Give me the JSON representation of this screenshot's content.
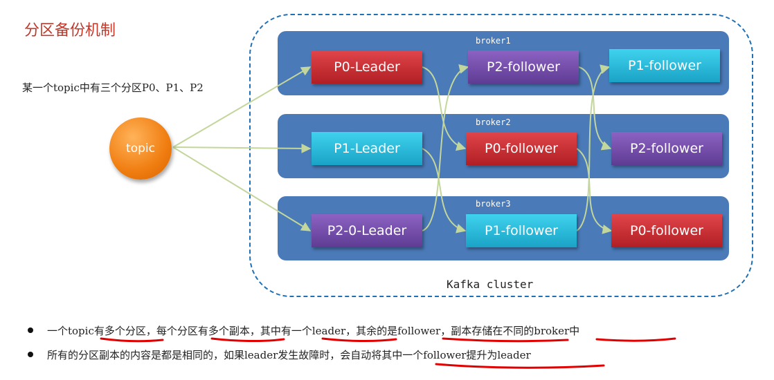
{
  "title": "分区备份机制",
  "subtitle": "某一个topic中有三个分区P0、P1、P2",
  "topic_label": "topic",
  "cluster_label": "Kafka cluster",
  "brokers": [
    {
      "label": "broker1",
      "partitions": [
        "P0-Leader",
        "P2-follower",
        "P1-follower"
      ]
    },
    {
      "label": "broker2",
      "partitions": [
        "P1-Leader",
        "P0-follower",
        "P2-follower"
      ]
    },
    {
      "label": "broker3",
      "partitions": [
        "P2-0-Leader",
        "P1-follower",
        "P0-follower"
      ]
    }
  ],
  "bullets": [
    "一个topic有多个分区，每个分区有多个副本，其中有一个leader，其余的是follower，副本存储在不同的broker中",
    "所有的分区副本的内容是都是相同的，如果leader发生故障时，会自动将其中一个follower提升为leader"
  ],
  "colors": {
    "leader_red": "#c62a2f",
    "follower_purple": "#6f4aa8",
    "follower_cyan": "#24b4d8",
    "broker_bg": "#4a7ab8",
    "cluster_border": "#1f6fb5",
    "topic_orange": "#f07d10",
    "arrow_green": "#c3d69b",
    "underline_red": "#e00000"
  }
}
